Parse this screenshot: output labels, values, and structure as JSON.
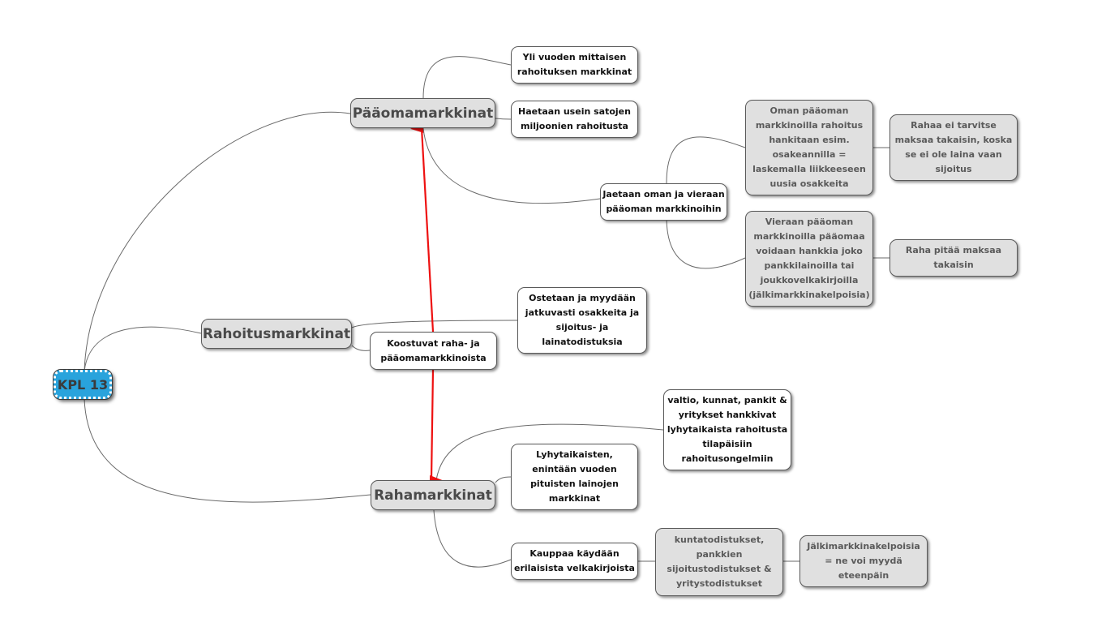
{
  "diagram": {
    "type": "mind-map",
    "central": {
      "label": "KPL 13",
      "color": "#29a3dc"
    },
    "relation_arrow_color": "#ee1111",
    "branches": [
      {
        "label": "Pääomamarkkinat",
        "children": [
          {
            "label": "Yli vuoden mittaisen rahoituksen markkinat"
          },
          {
            "label": "Haetaan usein satojen miljoonien rahoitusta"
          },
          {
            "label": "Jaetaan oman ja vieraan pääoman markkinoihin",
            "children": [
              {
                "label": "Oman pääoman markkinoilla rahoitus hankitaan esim. osakeannilla = laskemalla liikkeeseen uusia osakkeita",
                "children": [
                  {
                    "label": "Rahaa ei tarvitse maksaa takaisin, koska se ei ole laina vaan sijoitus"
                  }
                ]
              },
              {
                "label": "Vieraan pääoman markkinoilla pääomaa voidaan hankkia joko pankkilainoilla tai joukkovelkakirjoilla (jälkimarkkinakelpoisia)",
                "children": [
                  {
                    "label": "Raha pitää maksaa takaisin"
                  }
                ]
              }
            ]
          }
        ]
      },
      {
        "label": "Rahoitusmarkkinat",
        "children": [
          {
            "label": "Ostetaan ja myydään jatkuvasti osakkeita ja sijoitus- ja lainatodistuksia"
          },
          {
            "label": "Koostuvat raha- ja pääomamarkkinoista"
          }
        ]
      },
      {
        "label": "Rahamarkkinat",
        "children": [
          {
            "label": "valtio, kunnat, pankit & yritykset hankkivat lyhytaikaista rahoitusta tilapäisiin rahoitusongelmiin"
          },
          {
            "label": "Lyhytaikaisten, enintään vuoden pituisten lainojen markkinat"
          },
          {
            "label": "Kauppaa käydään erilaisista velkakirjoista",
            "children": [
              {
                "label": "kuntatodistukset, pankkien sijoitustodistukset & yritystodistukset",
                "children": [
                  {
                    "label": "Jälkimarkkinakelpoisia = ne voi myydä eteenpäin"
                  }
                ]
              }
            ]
          }
        ]
      }
    ],
    "relationships": [
      {
        "from": "Koostuvat raha- ja pääomamarkkinoista",
        "to": "Pääomamarkkinat",
        "style": "arrow"
      },
      {
        "from": "Koostuvat raha- ja pääomamarkkinoista",
        "to": "Rahamarkkinat",
        "style": "arrow"
      }
    ]
  }
}
